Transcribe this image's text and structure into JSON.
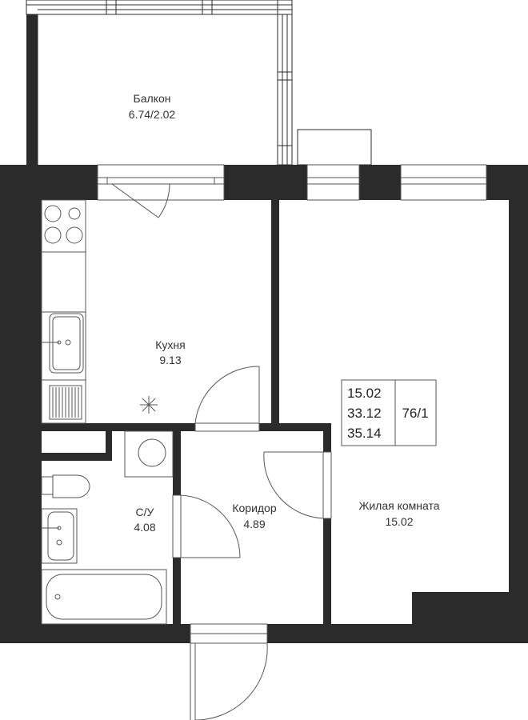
{
  "rooms": {
    "balcony": {
      "name": "Балкон",
      "area": "6.74/2.02"
    },
    "kitchen": {
      "name": "Кухня",
      "area": "9.13"
    },
    "bathroom": {
      "name": "С/У",
      "area": "4.08"
    },
    "corridor": {
      "name": "Коридор",
      "area": "4.89"
    },
    "living": {
      "name": "Жилая комната",
      "area": "15.02"
    }
  },
  "summary": {
    "living_area": "15.02",
    "total_area": "33.12",
    "total_with_balcony": "35.14",
    "apartment_number": "76/1"
  },
  "colors": {
    "wall": "#2b2b2b",
    "background": "#ffffff",
    "line": "#555555"
  }
}
